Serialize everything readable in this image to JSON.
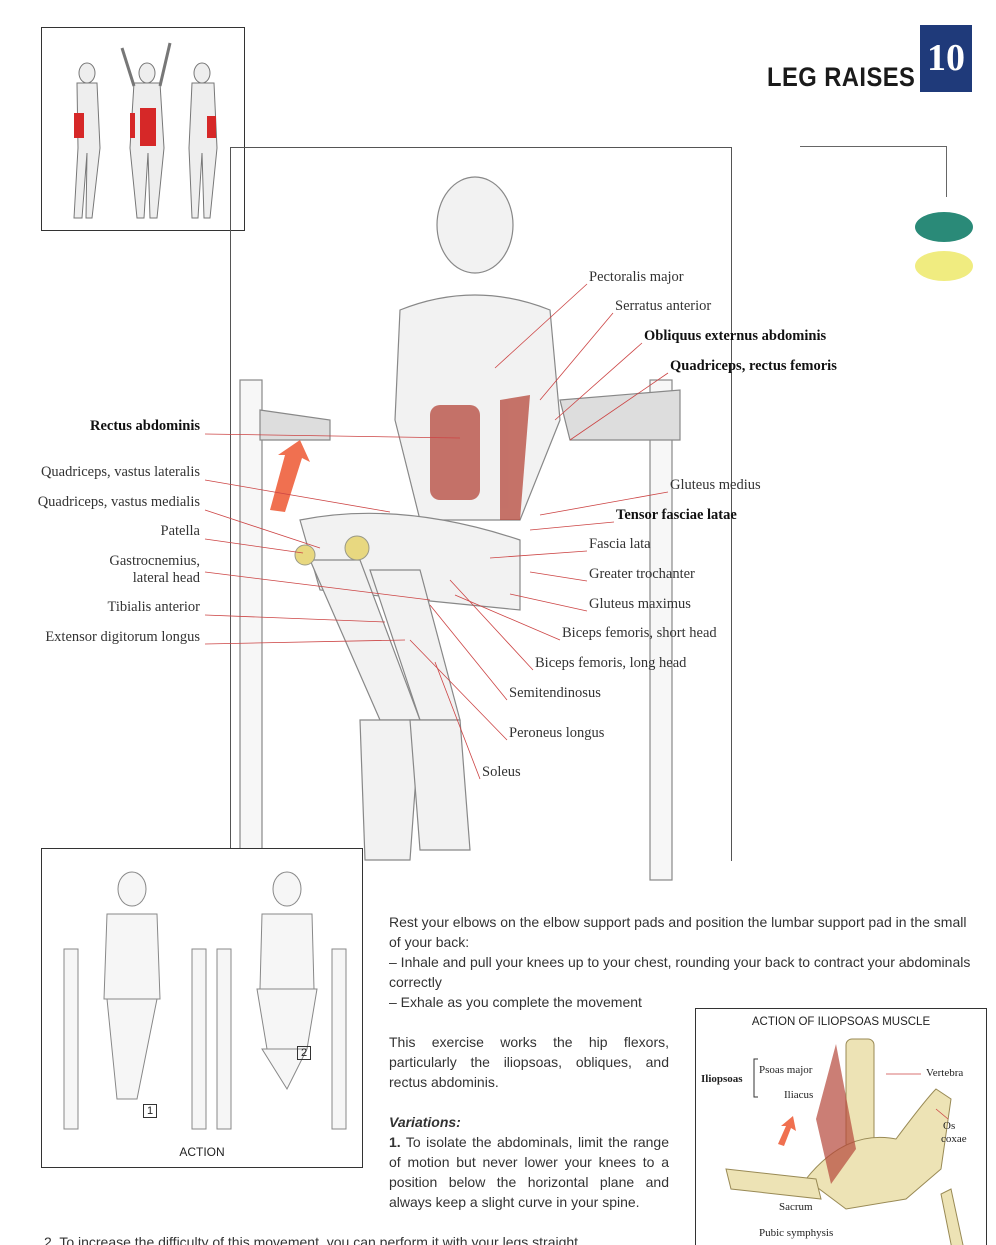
{
  "header": {
    "title": "LEG RAISES",
    "number": "10",
    "colors": {
      "number_bg": "#1f3a7a",
      "teal": "#2a8a78",
      "yellow": "#f0ec80"
    }
  },
  "labels_left": [
    "Rectus abdominis",
    "Quadriceps, vastus lateralis",
    "Quadriceps, vastus medialis",
    "Patella",
    "Gastrocnemius,",
    "lateral head",
    "Tibialis anterior",
    "Extensor digitorum longus"
  ],
  "labels_right": [
    "Pectoralis major",
    "Serratus anterior",
    "Obliquus externus abdominis",
    "Quadriceps, rectus femoris",
    "Gluteus medius",
    "Tensor fasciae latae",
    "Fascia lata",
    "Greater trochanter",
    "Gluteus maximus",
    "Biceps femoris, short head",
    "Biceps femoris, long head",
    "Semitendinosus",
    "Peroneus longus",
    "Soleus"
  ],
  "action": {
    "caption": "ACTION",
    "step1": "1",
    "step2": "2"
  },
  "text": {
    "intro": "Rest your elbows on the elbow support pads and position the lumbar support pad in the small of your back:",
    "step_inhale": "– Inhale and pull your knees up to your chest, rounding your back to contract your abdominals correctly",
    "step_exhale": "– Exhale as you complete the movement",
    "works": "This exercise works the hip flexors, particularly the iliopsoas, obliques, and rectus abdominis.",
    "variations_title": "Variations:",
    "var1_num": "1.",
    "var1": "To isolate the abdominals, limit the range of motion but never lower your knees to a position below the horizontal plane and always keep a slight curve in your spine.",
    "var2": "2. To increase the difficulty of this movement, you can perform it with your legs straight"
  },
  "iliopsoas": {
    "title": "ACTION OF ILIOPSOAS MUSCLE",
    "group": "Iliopsoas",
    "psoas": "Psoas major",
    "iliacus": "Iliacus",
    "vertebra": "Vertebra",
    "os": "Os",
    "coxae": "coxae",
    "sacrum": "Sacrum",
    "pubic": "Pubic symphysis"
  }
}
